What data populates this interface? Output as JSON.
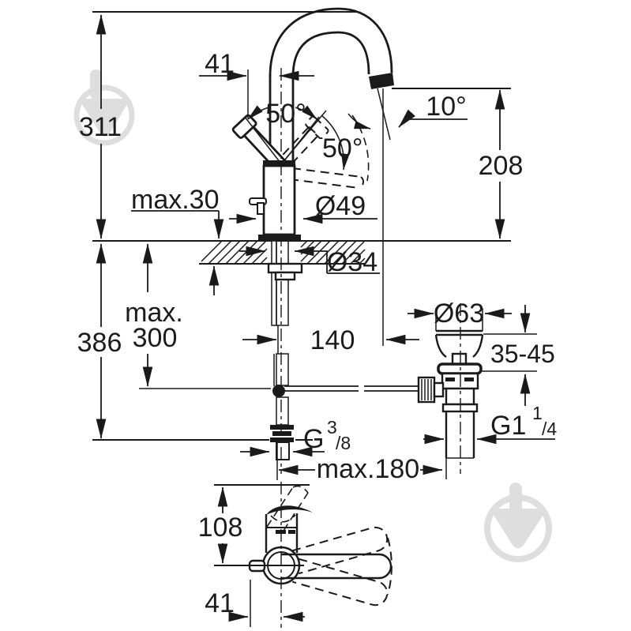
{
  "drawing": {
    "type": "technical-dimension-drawing",
    "subject": "single-lever basin mixer faucet with pop-up waste, front view, installation section and top view",
    "colors": {
      "background": "#ffffff",
      "line": "#1a1a1a",
      "text": "#1c1c1c",
      "watermark": "#dedede"
    },
    "watermark_icon": "map-pin-in-circle",
    "labels": {
      "front_height": "311",
      "spout_offset_top": "41",
      "handle_swing_left": "50°",
      "handle_swing_right": "50°",
      "spout_tilt": "10°",
      "spout_height": "208",
      "deck_thickness": "max.30",
      "base_diameter": "Ø49",
      "hole_diameter": "Ø34",
      "hose_length_line1": "max.",
      "hose_length_line2": "300",
      "below_height": "386",
      "spout_reach": "140",
      "waste_flange_diameter": "Ø63",
      "waste_deck_range": "35-45",
      "supply_thread_g": "G",
      "supply_thread_sup": "3",
      "supply_thread_sub": "/8",
      "waste_thread_g": "G1",
      "waste_thread_sup": "1",
      "waste_thread_sub": "/4",
      "max_spread": "max.180",
      "top_view_depth": "108",
      "rod_offset_bottom": "41"
    }
  }
}
